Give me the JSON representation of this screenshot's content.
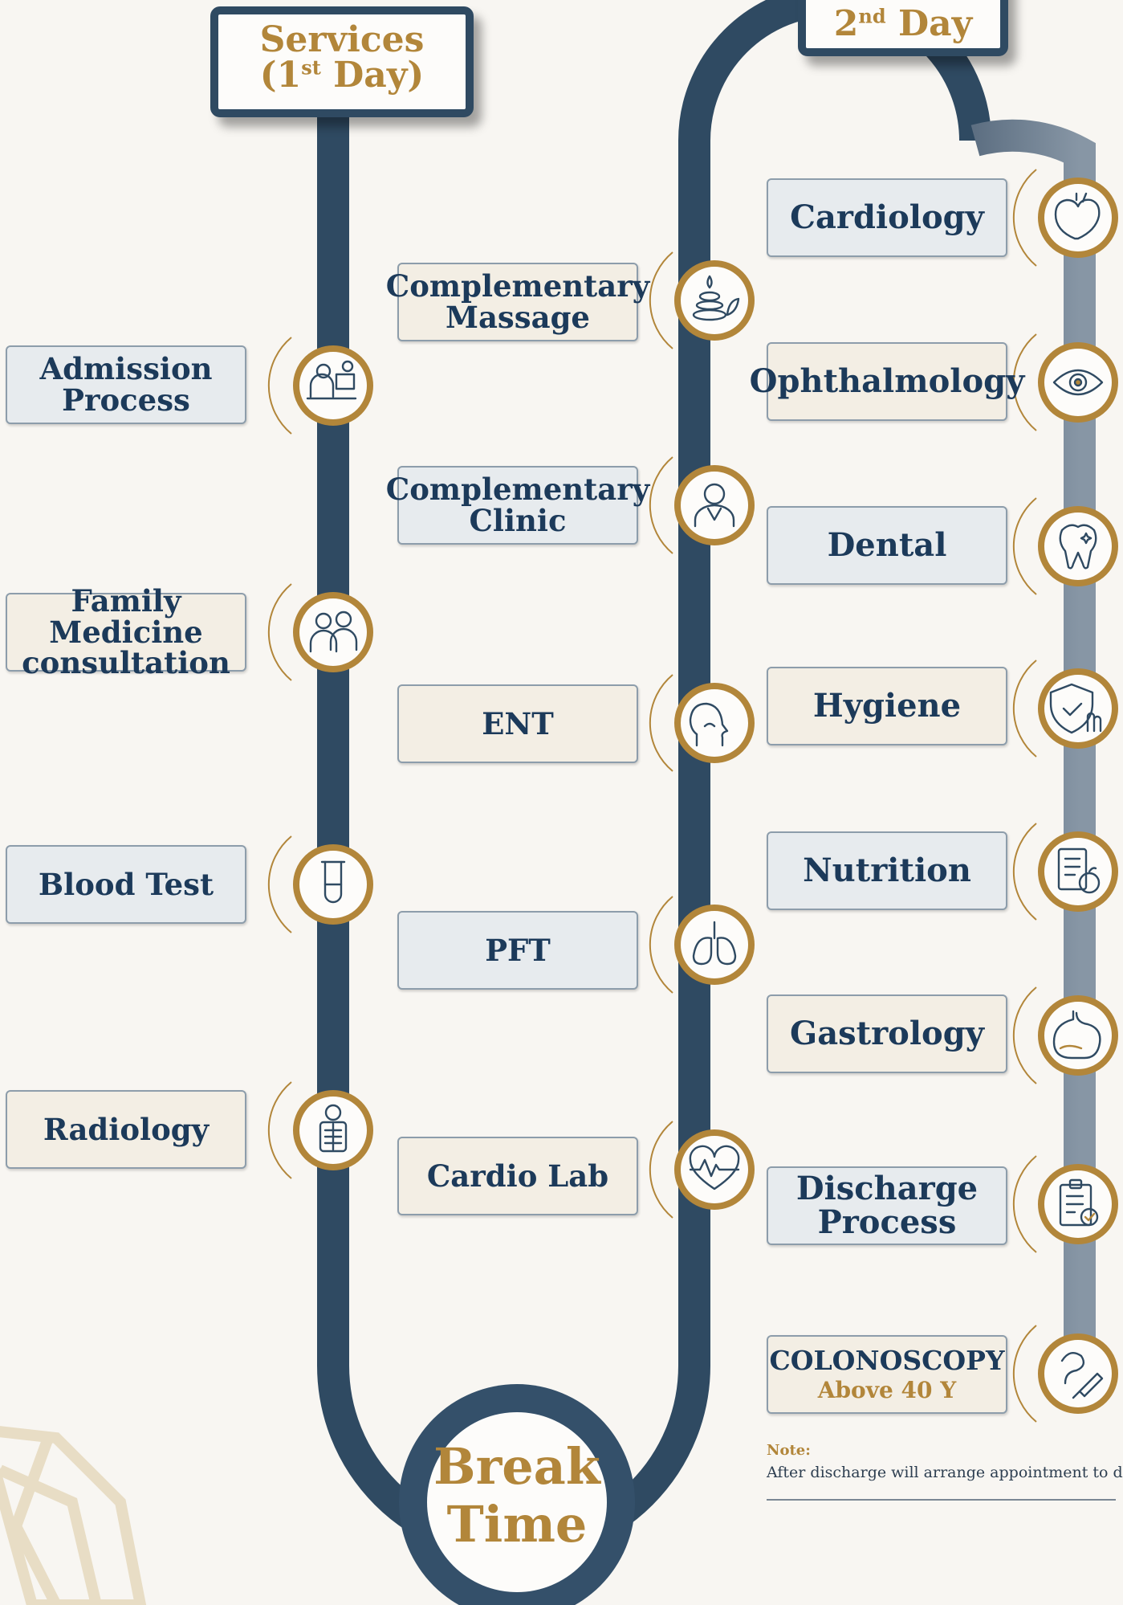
{
  "header_day1": {
    "line1": "Services",
    "line2_pre": "(1",
    "line2_sup": "st",
    "line2_post": " Day)"
  },
  "header_day2": {
    "pre": "2",
    "sup": "nd",
    "post": " Day"
  },
  "day1_services": [
    {
      "label": "Admission",
      "label2": "Process",
      "icon": "doctor-at-desk-icon",
      "tone": "gray"
    },
    {
      "label": "Family Medicine",
      "label2": "consultation",
      "icon": "doctor-and-patient-icon",
      "tone": "cream"
    },
    {
      "label": "Blood Test",
      "icon": "test-tube-icon",
      "tone": "gray"
    },
    {
      "label": "Radiology",
      "icon": "x-ray-icon",
      "tone": "cream"
    }
  ],
  "middle_services": [
    {
      "label": "Complementary",
      "label2": "Massage",
      "icon": "spa-stones-icon",
      "tone": "cream"
    },
    {
      "label": "Complementary",
      "label2": "Clinic",
      "icon": "doctor-icon",
      "tone": "gray"
    },
    {
      "label": "ENT",
      "icon": "ent-head-icon",
      "tone": "cream"
    },
    {
      "label": "PFT",
      "icon": "lungs-icon",
      "tone": "gray"
    },
    {
      "label": "Cardio Lab",
      "icon": "heartbeat-icon",
      "tone": "cream"
    }
  ],
  "day2_services": [
    {
      "label": "Cardiology",
      "icon": "heart-icon",
      "tone": "gray"
    },
    {
      "label": "Ophthalmology",
      "icon": "eye-icon",
      "tone": "cream"
    },
    {
      "label": "Dental",
      "icon": "tooth-icon",
      "tone": "gray"
    },
    {
      "label": "Hygiene",
      "icon": "shield-hand-icon",
      "tone": "cream"
    },
    {
      "label": "Nutrition",
      "icon": "diet-plan-icon",
      "tone": "gray"
    },
    {
      "label": "Gastrology",
      "icon": "stomach-icon",
      "tone": "cream"
    },
    {
      "label": "Discharge",
      "label2": "Process",
      "icon": "clipboard-check-icon",
      "tone": "gray"
    },
    {
      "label": "COLONOSCOPY",
      "sub": "Above 40 Y",
      "icon": "endoscope-icon",
      "tone": "cream"
    }
  ],
  "break": {
    "line1": "Break",
    "line2": "Time"
  },
  "note": {
    "label": "Note:",
    "text": "After discharge will arrange appointment to do it"
  },
  "colors": {
    "navy": "#2f4a62",
    "navy_light": "#7e8d9c",
    "gold": "#b2863a",
    "text": "#1c3a5a",
    "box_gray": "#e7ebee",
    "box_cream": "#f3eee4"
  }
}
